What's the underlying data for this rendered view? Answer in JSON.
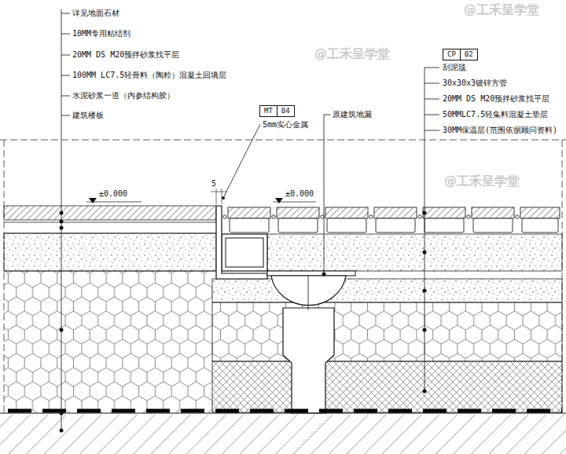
{
  "diagram": {
    "nodes": [
      {
        "text": [
          "MT",
          "04"
        ]
      },
      {
        "text": [
          "CP",
          "02"
        ]
      }
    ],
    "labels": [
      "详见地面石材",
      "10MM专用粘结剂",
      "20MM DS M20预拌砂浆找平层",
      "100MM LC7.5轻骨料（陶粒）混凝土回填层",
      "水泥砂浆一道（内参结构胶）",
      "建筑楼板",
      "5mm实心金属",
      "原建筑地漏",
      "刮泥毯",
      "30x30x3镀锌方管",
      "20MM DS M20预拌砂浆找平层",
      "50MMLC7.5轻集料混凝土垫层",
      "30MM保温层(范围依据顾问资料)",
      "±0.000",
      "±0.000",
      "5",
      "@工禾呈学堂",
      "@工禾呈学堂",
      "@工禾呈学堂"
    ]
  }
}
